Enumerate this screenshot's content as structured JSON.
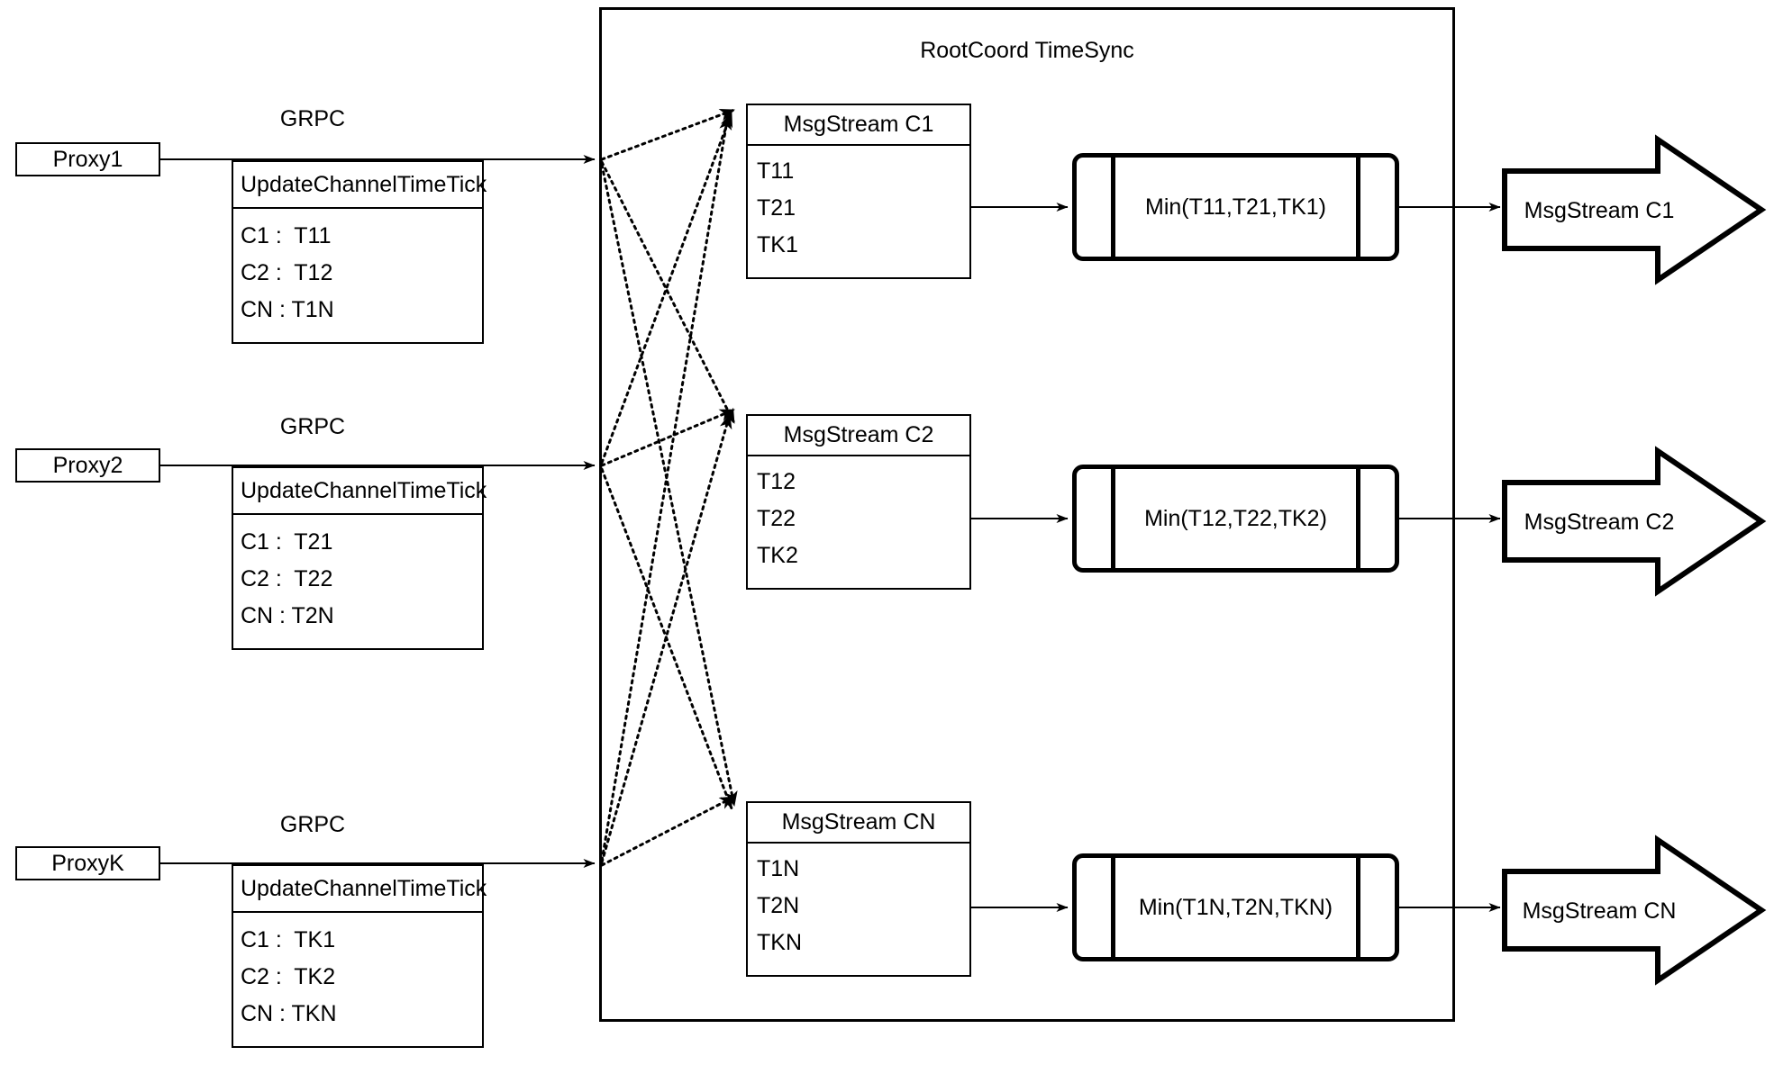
{
  "diagram": {
    "title": "RootCoord TimeSync",
    "container_label": "RootCoord TimeSync"
  },
  "proxies": [
    {
      "name": "Proxy1",
      "link_label": "GRPC",
      "request": {
        "title": "UpdateChannelTimeTick",
        "rows": [
          "C1 :  T11",
          "C2 :  T12",
          "CN : T1N"
        ]
      }
    },
    {
      "name": "Proxy2",
      "link_label": "GRPC",
      "request": {
        "title": "UpdateChannelTimeTick",
        "rows": [
          "C1 :  T21",
          "C2 :  T22",
          "CN : T2N"
        ]
      }
    },
    {
      "name": "ProxyK",
      "link_label": "GRPC",
      "request": {
        "title": "UpdateChannelTimeTick",
        "rows": [
          "C1 :  TK1",
          "C2 :  TK2",
          "CN : TKN"
        ]
      }
    }
  ],
  "channels": [
    {
      "stream": {
        "title": "MsgStream C1",
        "rows": [
          "T11",
          "T21",
          "TK1"
        ]
      },
      "min": "Min(T11,T21,TK1)",
      "output": "MsgStream C1"
    },
    {
      "stream": {
        "title": "MsgStream C2",
        "rows": [
          "T12",
          "T22",
          "TK2"
        ]
      },
      "min": "Min(T12,T22,TK2)",
      "output": "MsgStream C2"
    },
    {
      "stream": {
        "title": "MsgStream CN",
        "rows": [
          "T1N",
          "T2N",
          "TKN"
        ]
      },
      "min": "Min(T1N,T2N,TKN)",
      "output": "MsgStream CN"
    }
  ],
  "colors": {
    "stroke": "#000000",
    "background": "#ffffff"
  }
}
